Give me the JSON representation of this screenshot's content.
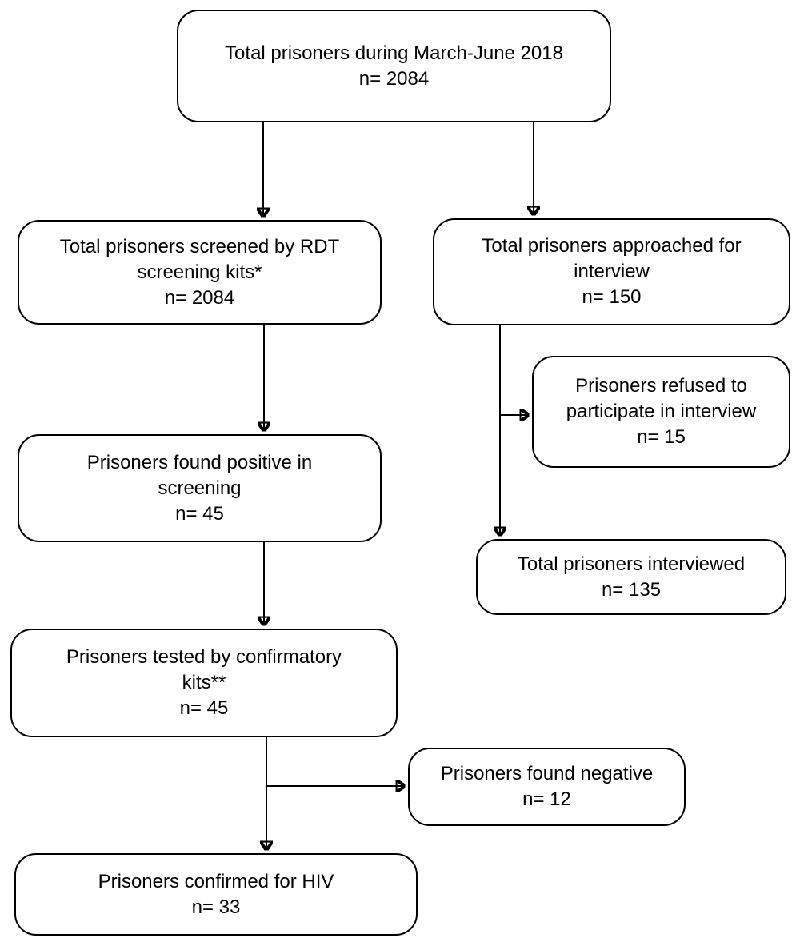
{
  "colors": {
    "ink": "#000000",
    "background": "#ffffff"
  },
  "nodes": {
    "total_prisoners": {
      "label": "Total prisoners during March-June 2018",
      "count": "n= 2084"
    },
    "screened_rdt": {
      "label": "Total prisoners screened by RDT\nscreening kits*",
      "count": "n= 2084"
    },
    "approached_interview": {
      "label": "Total prisoners approached for\ninterview",
      "count": "n= 150"
    },
    "refused_interview": {
      "label": "Prisoners refused to\nparticipate in interview",
      "count": "n= 15"
    },
    "interviewed": {
      "label": "Total prisoners interviewed",
      "count": "n= 135"
    },
    "positive_screening": {
      "label": "Prisoners found positive in\nscreening",
      "count": "n= 45"
    },
    "confirmatory_tested": {
      "label": "Prisoners tested by confirmatory\nkits**",
      "count": "n= 45"
    },
    "found_negative": {
      "label": "Prisoners found negative",
      "count": "n= 12"
    },
    "confirmed_hiv": {
      "label": "Prisoners confirmed for HIV",
      "count": "n= 33"
    }
  }
}
